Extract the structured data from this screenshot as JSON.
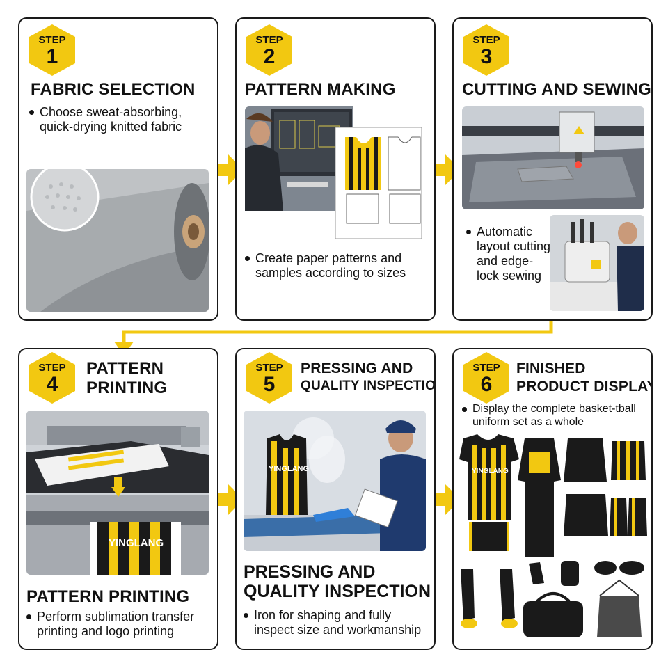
{
  "colors": {
    "accent": "#f2c811",
    "dark": "#1a1a1a",
    "gray": "#9a9a9a"
  },
  "steps": [
    {
      "word": "STEP",
      "num": "1",
      "title": "FABRIC SELECTION",
      "bullet": "Choose sweat-absorbing, quick-drying knitted fabric"
    },
    {
      "word": "STEP",
      "num": "2",
      "title": "PATTERN MAKING",
      "bullet": "Create paper patterns and samples according to sizes"
    },
    {
      "word": "STEP",
      "num": "3",
      "title": "CUTTING AND SEWING",
      "bullet": "Automatic layout cutting and edge-lock sewing"
    },
    {
      "word": "STEP",
      "num": "4",
      "title_line1": "PATTERN",
      "title_line2": "PRINTING",
      "subtitle": "PATTERN PRINTING",
      "bullet": "Perform sublimation transfer printing and logo printing",
      "brand": "YINGLANG"
    },
    {
      "word": "STEP",
      "num": "5",
      "title_line1": "PRESSING AND",
      "title_line2": "QUALITY INSPECTION",
      "subtitle_line1": "PRESSING AND",
      "subtitle_line2": "QUALITY INSPECTION",
      "bullet": "Iron for shaping and fully inspect size and workmanship",
      "brand": "YINGLANG"
    },
    {
      "word": "STEP",
      "num": "6",
      "title_line1": "FINISHED",
      "title_line2": "PRODUCT DISPLAY",
      "bullet": "Display the complete basket-tball uniform set as a whole",
      "brand": "YINGLANG"
    }
  ]
}
